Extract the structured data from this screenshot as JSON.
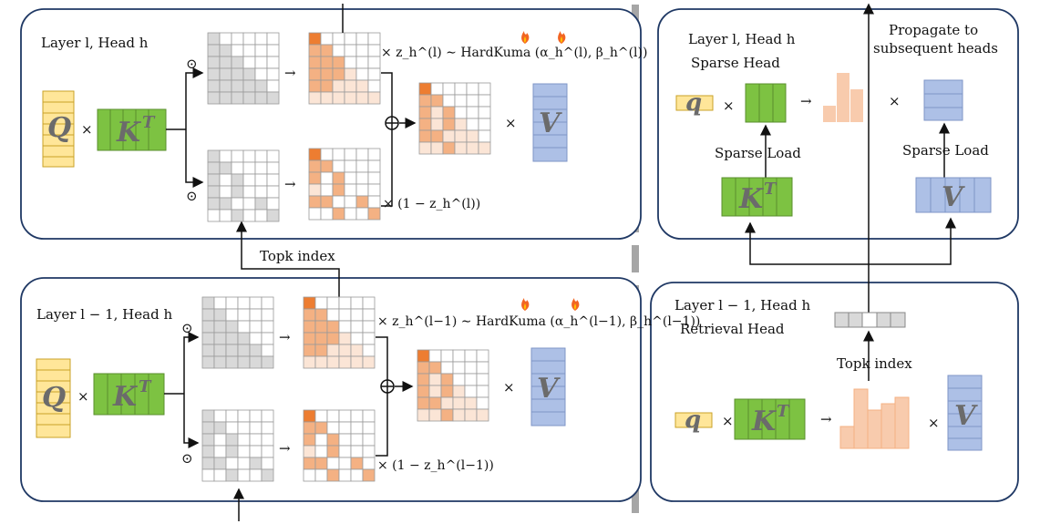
{
  "left_top_panel": {
    "title": "Layer l, Head h",
    "q_label": "Q",
    "k_label": "K",
    "k_sup": "T",
    "v_label": "V",
    "times": "×",
    "arrow": "→",
    "odot": "⊙",
    "oplus": "⊕",
    "gate_label": "× z_h^(l) ∼ HardKuma (α_h^(l), β_h^(l))",
    "complement_label": "× (1 − z_h^(l))"
  },
  "topk_link_label": "Topk index",
  "left_bottom_panel": {
    "title": "Layer l − 1, Head h",
    "q_label": "Q",
    "k_label": "K",
    "k_sup": "T",
    "v_label": "V",
    "gate_label": "× z_h^(l−1) ∼ HardKuma (α_h^(l−1), β_h^(l−1))",
    "complement_label": "× (1 − z_h^(l−1))"
  },
  "right_top_panel": {
    "title": "Layer l, Head h",
    "subtitle": "Sparse Head",
    "q_label": "q",
    "k_label": "K",
    "k_sup": "T",
    "v_label": "V",
    "sparse_load_k": "Sparse Load",
    "sparse_load_v": "Sparse Load",
    "propagate_label_1": "Propagate to",
    "propagate_label_2": "subsequent heads"
  },
  "right_bottom_panel": {
    "title": "Layer l − 1, Head h",
    "subtitle": "Retrieval Head",
    "q_label": "q",
    "k_label": "K",
    "k_sup": "T",
    "v_label": "V",
    "topk_label": "Topk index"
  },
  "colors": {
    "panel_border": "#1f3864",
    "q_fill": "#ffe699",
    "k_fill": "#7dc242",
    "v_fill": "#adc0e6",
    "attn_dark": "#ed7d31",
    "attn_mid": "#f4b183",
    "attn_light": "#fbe5d6",
    "mask_gray": "#d9d9d9",
    "fire": "#f26522"
  },
  "icons": [
    "fire-icon",
    "oplus-icon",
    "odot-icon"
  ]
}
